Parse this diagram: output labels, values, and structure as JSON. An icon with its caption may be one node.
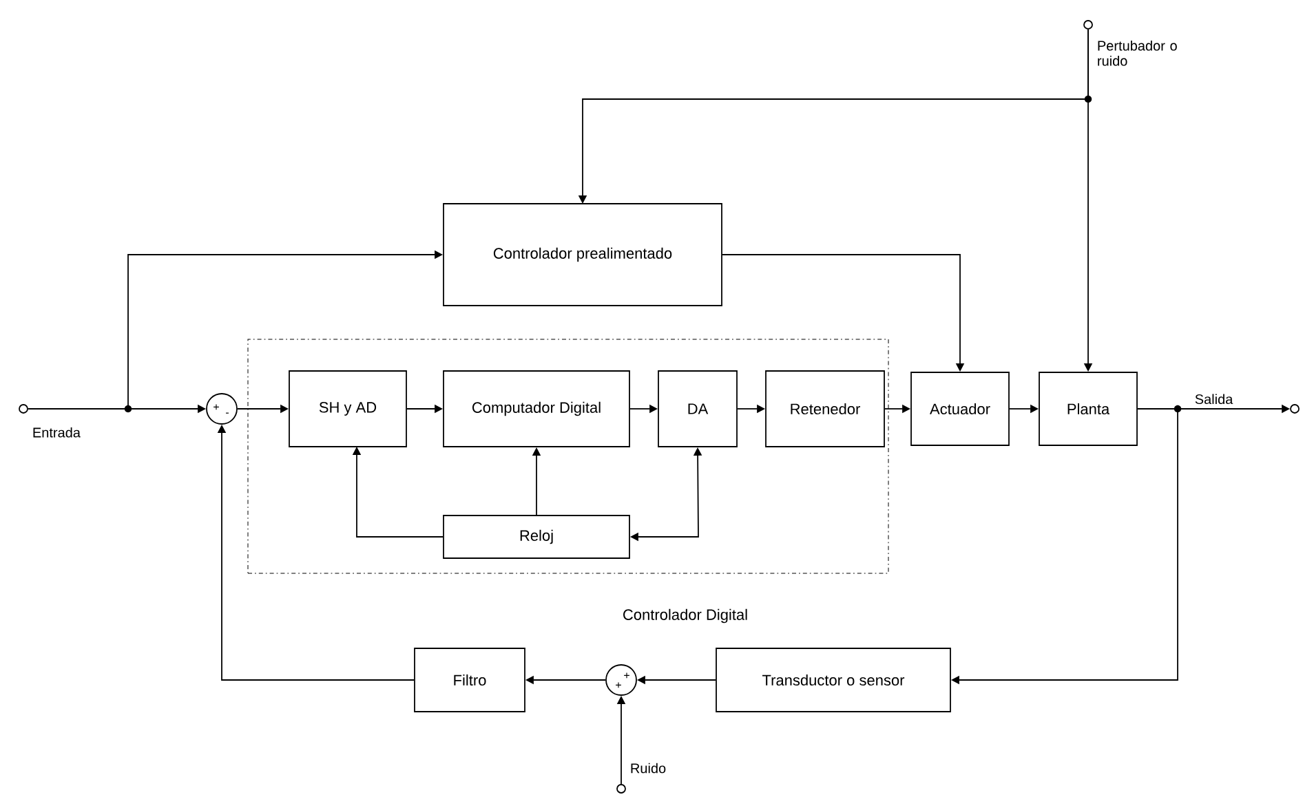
{
  "diagram": {
    "nodes": [
      {
        "text": [],
        "shape": "circle",
        "beside": [
          "Entrada"
        ]
      },
      {
        "text": [
          "+",
          "-"
        ]
      },
      {
        "text": [
          "Controlador Digital"
        ]
      },
      {
        "text": [
          "SH y AD"
        ],
        "in": 2
      },
      {
        "text": [
          "Computador Digital"
        ],
        "in": 2
      },
      {
        "text": [
          "DA"
        ],
        "in": 2
      },
      {
        "text": [
          "Retenedor"
        ],
        "in": 2
      },
      {
        "text": [
          "Reloj"
        ],
        "in": 2
      },
      {
        "text": [
          "Controlador prealimentado"
        ]
      },
      {
        "text": [
          "Actuador"
        ]
      },
      {
        "text": [
          "Planta"
        ]
      },
      {
        "text": [],
        "shape": "circle",
        "beside": [
          "Pertubador o ruido"
        ]
      },
      {
        "text": [],
        "shape": "circle"
      },
      {
        "text": [
          "Transductor o sensor"
        ]
      },
      {
        "text": [
          "+",
          "+"
        ]
      },
      {
        "text": [
          "Filtro"
        ]
      },
      {
        "text": [],
        "shape": "circle",
        "beside": [
          "Ruido"
        ]
      }
    ],
    "edges": [
      {
        "from": 0,
        "to": 1,
        "arrow": "to"
      },
      {
        "from": 0,
        "to": 8,
        "arrow": "to"
      },
      {
        "from": 1,
        "to": 3,
        "arrow": "to"
      },
      {
        "from": 3,
        "to": 4,
        "arrow": "to"
      },
      {
        "from": 4,
        "to": 5,
        "arrow": "to"
      },
      {
        "from": 5,
        "to": 6,
        "arrow": "to"
      },
      {
        "from": 6,
        "to": 9,
        "arrow": "to"
      },
      {
        "from": 9,
        "to": 10,
        "arrow": "to"
      },
      {
        "from": 10,
        "to": 12,
        "arrow": "to",
        "label": "Salida"
      },
      {
        "from": 10,
        "to": 13,
        "arrow": "to"
      },
      {
        "from": 13,
        "to": 14,
        "arrow": "to"
      },
      {
        "from": 14,
        "to": 15,
        "arrow": "to"
      },
      {
        "from": 15,
        "to": 1,
        "arrow": "to"
      },
      {
        "from": 16,
        "to": 14,
        "arrow": "to"
      },
      {
        "from": 11,
        "to": 10,
        "arrow": "to"
      },
      {
        "from": 11,
        "to": 8,
        "arrow": "to"
      },
      {
        "from": 8,
        "to": 9,
        "arrow": "to"
      },
      {
        "from": 7,
        "to": 3,
        "arrow": "to"
      },
      {
        "from": 7,
        "to": 4,
        "arrow": "to"
      },
      {
        "from": 7,
        "to": 5,
        "arrow": "both"
      }
    ]
  }
}
